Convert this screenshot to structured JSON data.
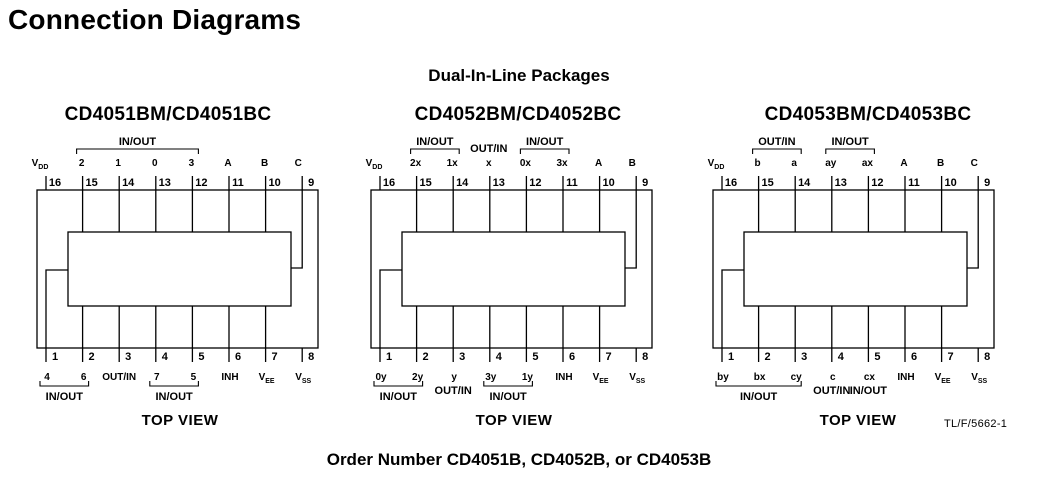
{
  "title": "Connection Diagrams",
  "subtitle": "Dual-In-Line Packages",
  "order_number": "Order Number CD4051B, CD4052B, or CD4053B",
  "reference_code": "TL/F/5662-1",
  "packages": [
    {
      "title": "CD4051BM/CD4051BC",
      "top_view": "TOP VIEW",
      "top_pins": [
        {
          "num": "16",
          "label": "V",
          "sub": "DD"
        },
        {
          "num": "15",
          "label": "2",
          "sub": ""
        },
        {
          "num": "14",
          "label": "1",
          "sub": ""
        },
        {
          "num": "13",
          "label": "0",
          "sub": ""
        },
        {
          "num": "12",
          "label": "3",
          "sub": ""
        },
        {
          "num": "11",
          "label": "A",
          "sub": ""
        },
        {
          "num": "10",
          "label": "B",
          "sub": ""
        },
        {
          "num": "9",
          "label": "C",
          "sub": ""
        }
      ],
      "bottom_pins": [
        {
          "num": "1",
          "label": "4",
          "sub": ""
        },
        {
          "num": "2",
          "label": "6",
          "sub": ""
        },
        {
          "num": "3",
          "label": "OUT/IN",
          "sub": ""
        },
        {
          "num": "4",
          "label": "7",
          "sub": ""
        },
        {
          "num": "5",
          "label": "5",
          "sub": ""
        },
        {
          "num": "6",
          "label": "INH",
          "sub": ""
        },
        {
          "num": "7",
          "label": "V",
          "sub": "EE"
        },
        {
          "num": "8",
          "label": "V",
          "sub": "SS"
        }
      ],
      "top_groups": [
        {
          "label": "IN/OUT",
          "from": 1,
          "to": 4
        }
      ],
      "top_singles": [],
      "bottom_groups": [
        {
          "label": "IN/OUT",
          "from": 0,
          "to": 1
        },
        {
          "label": "IN/OUT",
          "from": 3,
          "to": 4
        }
      ]
    },
    {
      "title": "CD4052BM/CD4052BC",
      "top_view": "TOP VIEW",
      "top_pins": [
        {
          "num": "16",
          "label": "V",
          "sub": "DD"
        },
        {
          "num": "15",
          "label": "2x",
          "sub": ""
        },
        {
          "num": "14",
          "label": "1x",
          "sub": ""
        },
        {
          "num": "13",
          "label": "x",
          "sub": ""
        },
        {
          "num": "12",
          "label": "0x",
          "sub": ""
        },
        {
          "num": "11",
          "label": "3x",
          "sub": ""
        },
        {
          "num": "10",
          "label": "A",
          "sub": ""
        },
        {
          "num": "9",
          "label": "B",
          "sub": ""
        }
      ],
      "bottom_pins": [
        {
          "num": "1",
          "label": "0y",
          "sub": ""
        },
        {
          "num": "2",
          "label": "2y",
          "sub": ""
        },
        {
          "num": "3",
          "label": "y",
          "sub": ""
        },
        {
          "num": "4",
          "label": "3y",
          "sub": ""
        },
        {
          "num": "5",
          "label": "1y",
          "sub": ""
        },
        {
          "num": "6",
          "label": "INH",
          "sub": ""
        },
        {
          "num": "7",
          "label": "V",
          "sub": "EE"
        },
        {
          "num": "8",
          "label": "V",
          "sub": "SS"
        }
      ],
      "top_groups": [
        {
          "label": "IN/OUT",
          "from": 1,
          "to": 2
        },
        {
          "label": "IN/OUT",
          "from": 4,
          "to": 5
        }
      ],
      "top_singles": [
        {
          "label": "OUT/IN",
          "pin": 3
        }
      ],
      "bottom_groups": [
        {
          "label": "IN/OUT",
          "from": 0,
          "to": 1
        },
        {
          "label": "OUT/IN",
          "from": 2,
          "to": 2
        },
        {
          "label": "IN/OUT",
          "from": 3,
          "to": 4
        }
      ]
    },
    {
      "title": "CD4053BM/CD4053BC",
      "top_view": "TOP VIEW",
      "top_pins": [
        {
          "num": "16",
          "label": "V",
          "sub": "DD"
        },
        {
          "num": "15",
          "label": "b",
          "sub": ""
        },
        {
          "num": "14",
          "label": "a",
          "sub": ""
        },
        {
          "num": "13",
          "label": "ay",
          "sub": ""
        },
        {
          "num": "12",
          "label": "ax",
          "sub": ""
        },
        {
          "num": "11",
          "label": "A",
          "sub": ""
        },
        {
          "num": "10",
          "label": "B",
          "sub": ""
        },
        {
          "num": "9",
          "label": "C",
          "sub": ""
        }
      ],
      "bottom_pins": [
        {
          "num": "1",
          "label": "by",
          "sub": ""
        },
        {
          "num": "2",
          "label": "bx",
          "sub": ""
        },
        {
          "num": "3",
          "label": "cy",
          "sub": ""
        },
        {
          "num": "4",
          "label": "c",
          "sub": ""
        },
        {
          "num": "5",
          "label": "cx",
          "sub": ""
        },
        {
          "num": "6",
          "label": "INH",
          "sub": ""
        },
        {
          "num": "7",
          "label": "V",
          "sub": "EE"
        },
        {
          "num": "8",
          "label": "V",
          "sub": "SS"
        }
      ],
      "top_groups": [
        {
          "label": "OUT/IN",
          "from": 1,
          "to": 2
        },
        {
          "label": "IN/OUT",
          "from": 3,
          "to": 4
        }
      ],
      "top_singles": [],
      "bottom_groups": [
        {
          "label": "IN/OUT",
          "from": 0,
          "to": 2
        },
        {
          "label": "OUT/IN",
          "from": 3,
          "to": 3
        },
        {
          "label": "IN/OUT",
          "from": 4,
          "to": 4
        }
      ]
    }
  ]
}
